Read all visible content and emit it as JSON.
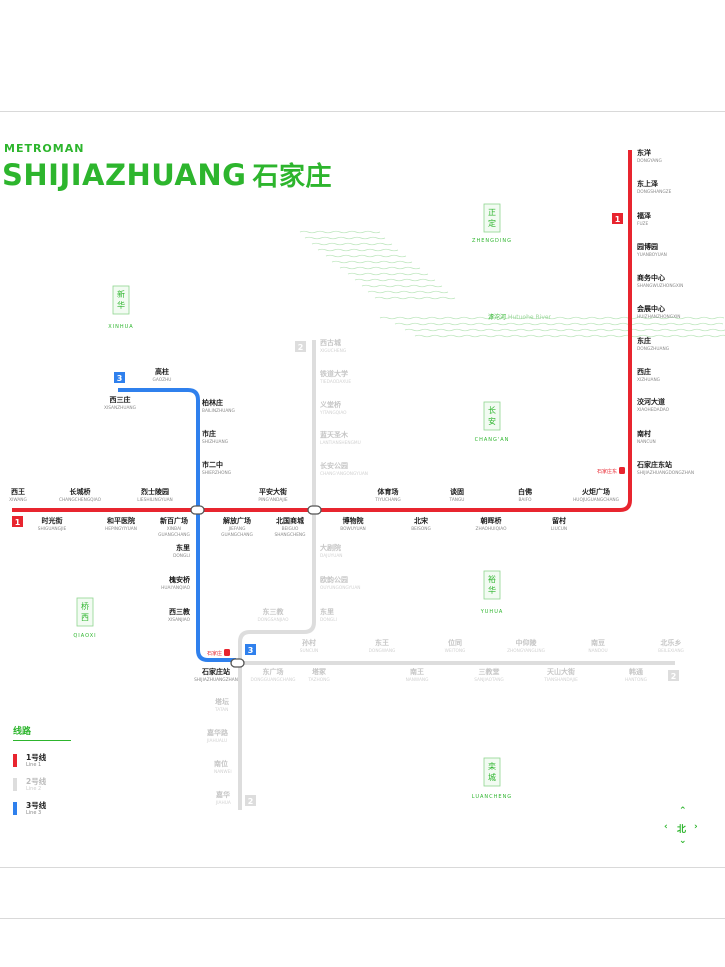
{
  "brand": {
    "name_small": "METROMAN",
    "city_en": "SHIJIAZHUANG",
    "city_cn": "石家庄"
  },
  "colors": {
    "line1": "#e8252f",
    "line2": "#dddddd",
    "line3": "#2f80ed",
    "accent": "#2db52d"
  },
  "badges": {
    "line1": "1",
    "line2": "2",
    "line3": "3"
  },
  "legend": {
    "title": "线路",
    "items": [
      {
        "cn": "1号线",
        "en": "Line 1"
      },
      {
        "cn": "2号线",
        "en": "Line 2"
      },
      {
        "cn": "3号线",
        "en": "Line 3"
      }
    ]
  },
  "river": {
    "cn": "滹沱河",
    "en": "Hutuohe River"
  },
  "districts": [
    {
      "cn": "正定",
      "en": "ZHENGDING"
    },
    {
      "cn": "新华",
      "en": "XINHUA"
    },
    {
      "cn": "长安",
      "en": "CHANG'AN"
    },
    {
      "cn": "桥西",
      "en": "QIAOXI"
    },
    {
      "cn": "裕华",
      "en": "YUHUA"
    },
    {
      "cn": "栾城",
      "en": "LUANCHENG"
    }
  ],
  "compass": {
    "north": "北"
  },
  "station_tags": {
    "shijiazhuang_east": "石家庄东",
    "shijiazhuang": "石家庄"
  },
  "stations": {
    "line1": [
      {
        "cn": "西王",
        "en": "XIWANG"
      },
      {
        "cn": "时光街",
        "en": "SHIGUANGJIE"
      },
      {
        "cn": "长城桥",
        "en": "CHANGCHENGQIAO"
      },
      {
        "cn": "和平医院",
        "en": "HEPINGYIYUAN"
      },
      {
        "cn": "烈士陵园",
        "en": "LIESHILINGYUAN"
      },
      {
        "cn": "新百广场",
        "en": "XINBAI GUANGCHANG"
      },
      {
        "cn": "解放广场",
        "en": "JIEFANG GUANGCHANG"
      },
      {
        "cn": "平安大街",
        "en": "PING'ANDAJIE"
      },
      {
        "cn": "北国商城",
        "en": "BEIGUO SHANGCHENG"
      },
      {
        "cn": "博物院",
        "en": "BOWUYUAN"
      },
      {
        "cn": "体育场",
        "en": "TIYUCHANG"
      },
      {
        "cn": "北宋",
        "en": "BEISONG"
      },
      {
        "cn": "谈固",
        "en": "TANGU"
      },
      {
        "cn": "朝晖桥",
        "en": "ZHAOHUIQIAO"
      },
      {
        "cn": "白佛",
        "en": "BAIFO"
      },
      {
        "cn": "留村",
        "en": "LIUCUN"
      },
      {
        "cn": "火炬广场",
        "en": "HUOJUGUANGCHANG"
      },
      {
        "cn": "石家庄东站",
        "en": "SHIJIAZHUANGDONGZHAN"
      },
      {
        "cn": "南村",
        "en": "NANCUN"
      },
      {
        "cn": "洨河大道",
        "en": "XIAOHEDADAO"
      },
      {
        "cn": "西庄",
        "en": "XIZHUANG"
      },
      {
        "cn": "东庄",
        "en": "DONGZHUANG"
      },
      {
        "cn": "会展中心",
        "en": "HUIZHANZHONGXIN"
      },
      {
        "cn": "商务中心",
        "en": "SHANGWUZHONGXIN"
      },
      {
        "cn": "园博园",
        "en": "YUANBOYUAN"
      },
      {
        "cn": "福泽",
        "en": "FUZE"
      },
      {
        "cn": "东上泽",
        "en": "DONGSHANGZE"
      },
      {
        "cn": "东洋",
        "en": "DONGYANG"
      }
    ],
    "line2": [
      {
        "cn": "西古城",
        "en": "XIGUCHENG"
      },
      {
        "cn": "铁道大学",
        "en": "TIEDAODAXUE"
      },
      {
        "cn": "义堂桥",
        "en": "YITANGQIAO"
      },
      {
        "cn": "蓝天圣木",
        "en": "LANTIANSHENGMU"
      },
      {
        "cn": "长安公园",
        "en": "CHANG'ANGONGYUAN"
      },
      {
        "cn": "大剧院",
        "en": "DAJUYUAN"
      },
      {
        "cn": "欧韵公园",
        "en": "OUYUNGONGYUAN"
      },
      {
        "cn": "东里",
        "en": "DONGLI"
      },
      {
        "cn": "东三教",
        "en": "DONGSANJIAO"
      },
      {
        "cn": "槐安桥",
        "en": "HUAI'ANQIAO"
      },
      {
        "cn": "东广场",
        "en": "DONGGUANGCHANG"
      },
      {
        "cn": "塔坛",
        "en": "TATAN"
      },
      {
        "cn": "嘉华路",
        "en": "JIAHUALU"
      },
      {
        "cn": "南位",
        "en": "NANWEI"
      },
      {
        "cn": "嘉华",
        "en": "JIAHUA"
      },
      {
        "cn": "孙村",
        "en": "SUNCUN"
      },
      {
        "cn": "塔冢",
        "en": "TAZHONG"
      },
      {
        "cn": "东王",
        "en": "DONGWANG"
      },
      {
        "cn": "南王",
        "en": "NANWANG"
      },
      {
        "cn": "位同",
        "en": "WEITONG"
      },
      {
        "cn": "三教堂",
        "en": "SANJIAOTANG"
      },
      {
        "cn": "中仰陵",
        "en": "ZHONGYANGLING"
      },
      {
        "cn": "天山大街",
        "en": "TIANSHANDAJIE"
      },
      {
        "cn": "南豆",
        "en": "NANDOU"
      },
      {
        "cn": "韩通",
        "en": "HANTONG"
      },
      {
        "cn": "北乐乡",
        "en": "BEILEXIANG"
      }
    ],
    "line3": [
      {
        "cn": "高柱",
        "en": "GAOZHU"
      },
      {
        "cn": "西三庄",
        "en": "XISANZHUANG"
      },
      {
        "cn": "柏林庄",
        "en": "BAILINZHUANG"
      },
      {
        "cn": "市庄",
        "en": "SHIZHUANG"
      },
      {
        "cn": "市二中",
        "en": "SHIERZHONG"
      },
      {
        "cn": "东里",
        "en": "DONGLI"
      },
      {
        "cn": "槐安桥",
        "en": "HUAI'ANQIAO"
      },
      {
        "cn": "西三教",
        "en": "XISANJIAO"
      },
      {
        "cn": "石家庄站",
        "en": "SHIJIAZHUANGZHAN"
      }
    ]
  }
}
